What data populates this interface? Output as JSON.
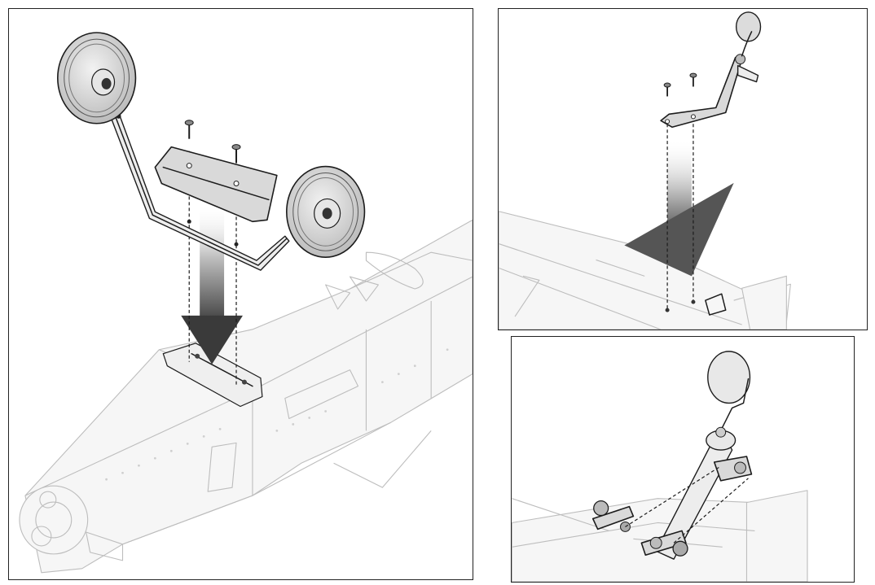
{
  "figure": {
    "panels": [
      {
        "id": "main-landing-gear",
        "depicts": "main-gear-and-wheels-installed-under-fuselage"
      },
      {
        "id": "tail-gear",
        "depicts": "tail-wheel-bracket-installed-under-tail"
      },
      {
        "id": "tail-gear-detail",
        "depicts": "tail-wheel-bracket-mounting-detail"
      }
    ],
    "icons": [
      "install-arrow-icon",
      "screw-icon",
      "wheel-icon"
    ],
    "colors": {
      "ink": "#1c1c1c",
      "part_fill": "#d9d9d9",
      "ghost": "#bdbdbd",
      "arrow_dark": "#555555"
    }
  }
}
